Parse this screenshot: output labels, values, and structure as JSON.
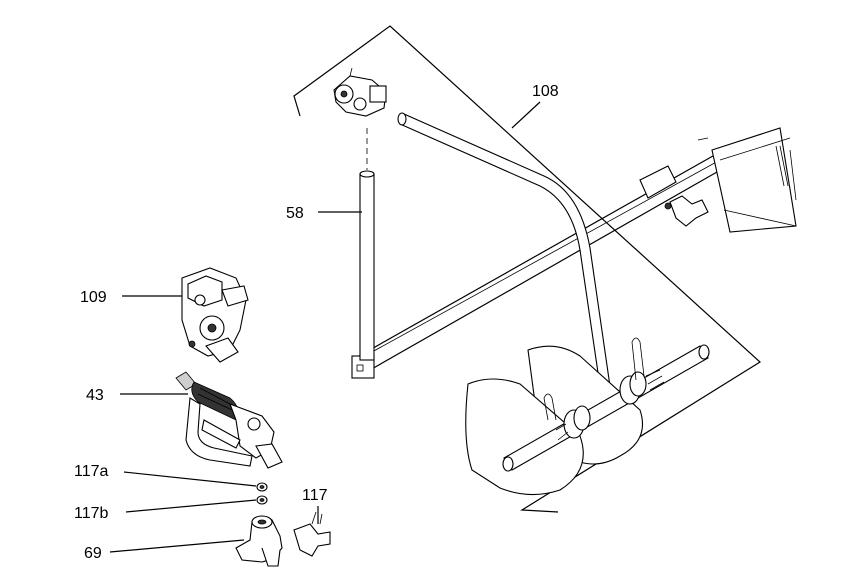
{
  "callouts": {
    "c108": "108",
    "c58": "58",
    "c109": "109",
    "c43": "43",
    "c117a": "117a",
    "c117b": "117b",
    "c117": "117",
    "c69": "69"
  }
}
